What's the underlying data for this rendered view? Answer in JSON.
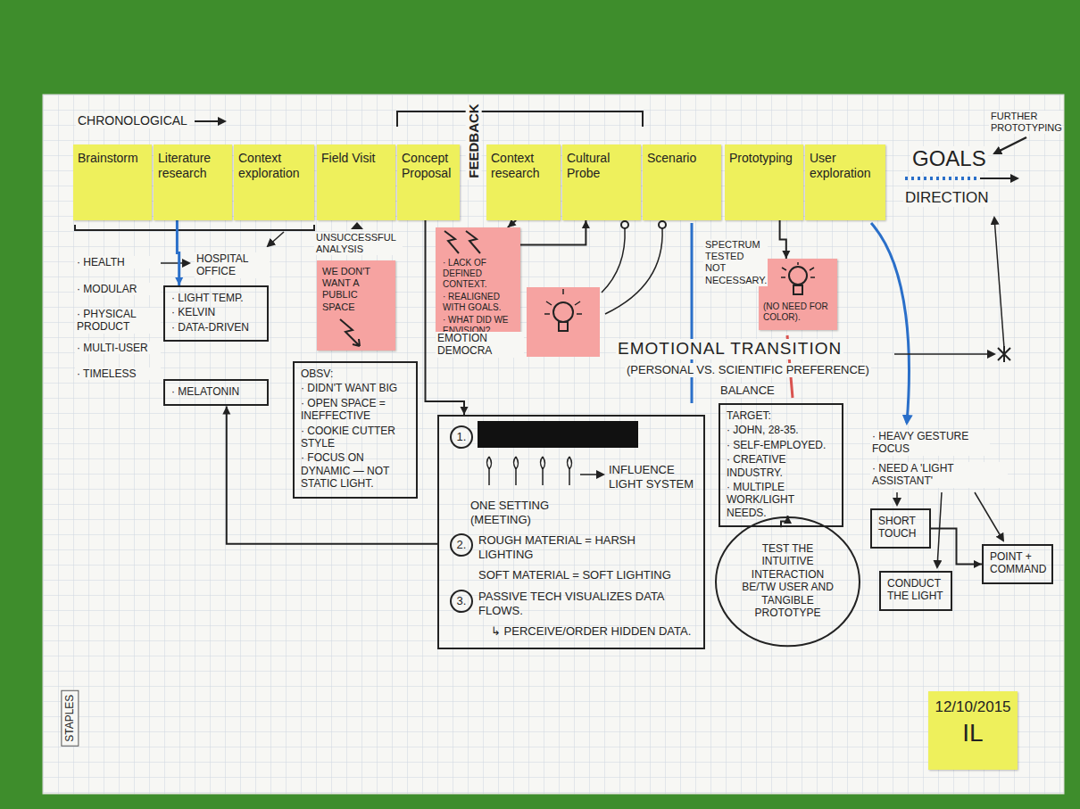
{
  "diagram": {
    "nodes": [
      {
        "text": [
          "Brainstorm"
        ]
      },
      {
        "text": [
          "Literature research"
        ]
      },
      {
        "text": [
          "Context exploration"
        ]
      },
      {
        "text": [
          "Field Visit"
        ]
      },
      {
        "text": [
          "Concept Proposal"
        ]
      },
      {
        "text": [
          "Context research"
        ]
      },
      {
        "text": [
          "Cultural Probe"
        ]
      },
      {
        "text": [
          "Scenario"
        ]
      },
      {
        "text": [
          "Prototyping"
        ]
      },
      {
        "text": [
          "User exploration"
        ]
      },
      {
        "text": [
          "· LIGHT TEMP.",
          "· KELVIN",
          "· DATA-DRIVEN"
        ]
      },
      {
        "text": [
          "· MELATONIN"
        ]
      },
      {
        "text": [
          "WE DON'T WANT A PUBLIC SPACE"
        ]
      },
      {
        "text": [
          "· LACK OF DEFINED CONTEXT.",
          "· REALIGNED WITH GOALS.",
          "· WHAT DID WE ENVISION?"
        ]
      },
      {
        "text": [
          "OBSV:",
          "· DIDN'T WANT BIG",
          "· OPEN SPACE = INEFFECTIVE",
          "· COOKIE CUTTER STYLE",
          "· FOCUS ON DYNAMIC — NOT STATIC LIGHT."
        ]
      },
      {
        "text": [
          "(NO NEED FOR COLOR)."
        ]
      },
      {
        "text": [
          "1.",
          "ONE SETTING (MEETING)",
          "INFLUENCE LIGHT SYSTEM",
          "2.",
          "ROUGH MATERIAL = HARSH LIGHTING",
          "SOFT MATERIAL = SOFT LIGHTING",
          "3.",
          "PASSIVE TECH VISUALIZES DATA FLOWS.",
          "↳ PERCEIVE/ORDER HIDDEN DATA."
        ]
      },
      {
        "text": [
          "TARGET:",
          "· JOHN, 28-35.",
          "· SELF-EMPLOYED.",
          "· CREATIVE INDUSTRY.",
          "· MULTIPLE WORK/LIGHT NEEDS."
        ]
      },
      {
        "text": [
          "TEST THE INTUITIVE INTERACTION BE/TW USER AND TANGIBLE PROTOTYPE"
        ]
      },
      {
        "text": [
          "SHORT TOUCH"
        ]
      },
      {
        "text": [
          "CONDUCT THE LIGHT"
        ]
      },
      {
        "text": [
          "POINT + COMMAND"
        ]
      },
      {
        "text": [
          "12/10/2015",
          "IL"
        ]
      }
    ],
    "edges": [
      {
        "from": 1,
        "to": 10,
        "arrow": "to"
      },
      {
        "from": 5,
        "to": 13,
        "arrow": "to"
      },
      {
        "from": 13,
        "to": 6,
        "arrow": "to"
      },
      {
        "from": 4,
        "to": 16,
        "arrow": "to"
      },
      {
        "from": 16,
        "to": 11,
        "arrow": "to"
      },
      {
        "from": 8,
        "to": 15,
        "arrow": "to"
      },
      {
        "from": 17,
        "to": 18,
        "arrow": "to"
      },
      {
        "from": 19,
        "to": 21,
        "arrow": "to"
      }
    ],
    "labels": [
      "CHRONOLOGICAL",
      "FEEDBACK",
      "FURTHER PROTOTYPING",
      "GOALS",
      "DIRECTION",
      "· HEALTH",
      "· MODULAR",
      "· PHYSICAL PRODUCT",
      "· MULTI-USER",
      "· TIMELESS",
      "HOSPITAL OFFICE",
      "UNSUCCESSFUL ANALYSIS",
      "EMOTION DEMOCRA",
      "SPECTRUM TESTED NOT NECESSARY.",
      "EMOTIONAL TRANSITION",
      "(PERSONAL VS. SCIENTIFIC PREFERENCE)",
      "BALANCE",
      "· HEAVY GESTURE FOCUS",
      "· NEED A 'LIGHT ASSISTANT'",
      "STAPLES"
    ]
  }
}
